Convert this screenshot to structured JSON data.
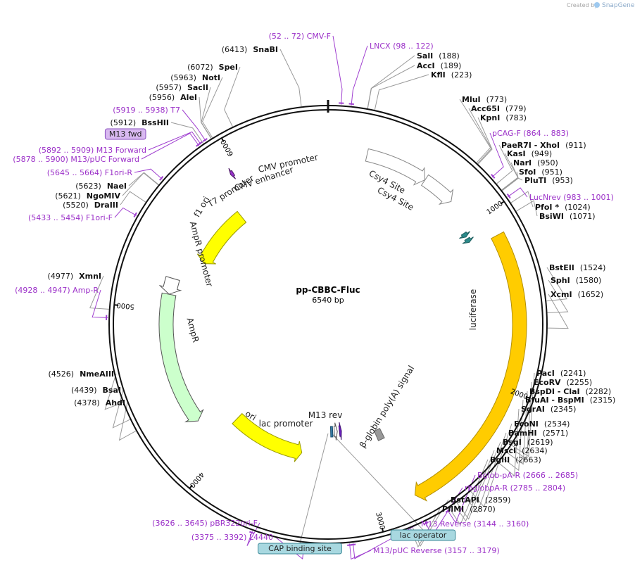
{
  "branding": {
    "text": "Created by",
    "logo": "SnapGene"
  },
  "plasmid": {
    "name": "pp-CBBC-Fluc",
    "length": "6540 bp",
    "length_bp": 6540
  },
  "scale_ticks": [
    {
      "pos": 1000,
      "label": "1000"
    },
    {
      "pos": 2000,
      "label": "2000"
    },
    {
      "pos": 3000,
      "label": "3000"
    },
    {
      "pos": 4000,
      "label": "4000"
    },
    {
      "pos": 5000,
      "label": "5000"
    },
    {
      "pos": 6000,
      "label": "6000"
    }
  ],
  "features": [
    {
      "label": "CMV enhancer",
      "start": 235,
      "end": 614,
      "color": "#ffffff",
      "stroke": "#888888",
      "strand": 1
    },
    {
      "label": "CMV promoter",
      "start": 615,
      "end": 818,
      "color": "#ffffff",
      "stroke": "#888888",
      "strand": 1
    },
    {
      "label": "Csy4 Site",
      "start": 1020,
      "end": 1047,
      "color": "#2b8a8a",
      "stroke": "#1f5f5f",
      "strand": 1
    },
    {
      "label": "Csy4 Site",
      "start": 1060,
      "end": 1087,
      "color": "#2b8a8a",
      "stroke": "#1f5f5f",
      "strand": 1
    },
    {
      "label": "luciferase",
      "start": 1130,
      "end": 2780,
      "color": "#ffcc00",
      "stroke": "#b38f00",
      "strand": 1
    },
    {
      "label": "β-globin poly(A) signal",
      "start": 2790,
      "end": 2845,
      "color": "#999999",
      "stroke": "#666666",
      "strand": 0
    },
    {
      "label": "lac promoter",
      "start": 3180,
      "end": 3210,
      "color": "#ffffff",
      "stroke": "#555555",
      "strand": -1
    },
    {
      "label": "lac operator",
      "start": 3225,
      "end": 3245,
      "color": "#3a7fa8",
      "stroke": "#1d4f6d",
      "strand": 0
    },
    {
      "label": "M13 rev",
      "start": 3140,
      "end": 3160,
      "color": "#6a1fbf",
      "stroke": "#3d0f70",
      "strand": -1
    },
    {
      "label": "ori",
      "start": 3480,
      "end": 4069,
      "color": "#ffff00",
      "stroke": "#999900",
      "strand": -1
    },
    {
      "label": "AmpR",
      "start": 4240,
      "end": 5100,
      "color": "#ccffcc",
      "stroke": "#555555",
      "strand": -1
    },
    {
      "label": "AmpR promoter",
      "start": 5101,
      "end": 5205,
      "color": "#ffffff",
      "stroke": "#555555",
      "strand": -1
    },
    {
      "label": "f1 ori",
      "start": 5380,
      "end": 5836,
      "color": "#ffff00",
      "stroke": "#999900",
      "strand": -1
    },
    {
      "label": "T7 promoter",
      "start": 5940,
      "end": 5958,
      "color": "#9933cc",
      "stroke": "#4d1a66",
      "strand": -1
    }
  ],
  "sites_right": [
    {
      "name": "SalI",
      "pos": "(188)",
      "bp": 188
    },
    {
      "name": "AccI",
      "pos": "(189)",
      "bp": 189
    },
    {
      "name": "KflI",
      "pos": "(223)",
      "bp": 223
    },
    {
      "name": "MluI",
      "pos": "(773)",
      "bp": 773
    },
    {
      "name": "Acc65I",
      "pos": "(779)",
      "bp": 779
    },
    {
      "name": "KpnI",
      "pos": "(783)",
      "bp": 783
    },
    {
      "name": "PaeR7I - XhoI",
      "pos": "(911)",
      "bp": 911
    },
    {
      "name": "KasI",
      "pos": "(949)",
      "bp": 949
    },
    {
      "name": "NarI",
      "pos": "(950)",
      "bp": 950
    },
    {
      "name": "SfoI",
      "pos": "(951)",
      "bp": 951
    },
    {
      "name": "PluTI",
      "pos": "(953)",
      "bp": 953
    },
    {
      "name": "PfoI *",
      "pos": "(1024)",
      "bp": 1024
    },
    {
      "name": "BsiWI",
      "pos": "(1071)",
      "bp": 1071
    },
    {
      "name": "BstEII",
      "pos": "(1524)",
      "bp": 1524
    },
    {
      "name": "SphI",
      "pos": "(1580)",
      "bp": 1580
    },
    {
      "name": "XcmI",
      "pos": "(1652)",
      "bp": 1652
    },
    {
      "name": "PacI",
      "pos": "(2241)",
      "bp": 2241
    },
    {
      "name": "EcoRV",
      "pos": "(2255)",
      "bp": 2255
    },
    {
      "name": "BspDI - ClaI",
      "pos": "(2282)",
      "bp": 2282
    },
    {
      "name": "BfuAI - BspMI",
      "pos": "(2315)",
      "bp": 2315
    },
    {
      "name": "SgrAI",
      "pos": "(2345)",
      "bp": 2345
    },
    {
      "name": "EcoNI",
      "pos": "(2534)",
      "bp": 2534
    },
    {
      "name": "BamHI",
      "pos": "(2571)",
      "bp": 2571
    },
    {
      "name": "BsgI",
      "pos": "(2619)",
      "bp": 2619
    },
    {
      "name": "MscI",
      "pos": "(2634)",
      "bp": 2634
    },
    {
      "name": "BglII",
      "pos": "(2663)",
      "bp": 2663
    },
    {
      "name": "BstAPI",
      "pos": "(2859)",
      "bp": 2859
    },
    {
      "name": "PflMI",
      "pos": "(2870)",
      "bp": 2870
    }
  ],
  "sites_left": [
    {
      "name": "SnaBI",
      "pos": "(6413)",
      "bp": 6413
    },
    {
      "name": "SpeI",
      "pos": "(6072)",
      "bp": 6072
    },
    {
      "name": "NotI",
      "pos": "(5963)",
      "bp": 5963
    },
    {
      "name": "SacII",
      "pos": "(5957)",
      "bp": 5957
    },
    {
      "name": "AleI",
      "pos": "(5956)",
      "bp": 5956
    },
    {
      "name": "BssHII",
      "pos": "(5912)",
      "bp": 5912
    },
    {
      "name": "NaeI",
      "pos": "(5623)",
      "bp": 5623
    },
    {
      "name": "NgoMIV",
      "pos": "(5621)",
      "bp": 5621
    },
    {
      "name": "DraIII",
      "pos": "(5520)",
      "bp": 5520
    },
    {
      "name": "XmnI",
      "pos": "(4977)",
      "bp": 4977
    },
    {
      "name": "NmeAIII",
      "pos": "(4526)",
      "bp": 4526
    },
    {
      "name": "BsaI",
      "pos": "(4439)",
      "bp": 4439
    },
    {
      "name": "AhdI",
      "pos": "(4378)",
      "bp": 4378
    }
  ],
  "primers": [
    {
      "text": "(52 .. 72)  CMV-F",
      "bp": 62
    },
    {
      "text": "LNCX   (98 .. 122)",
      "bp": 110
    },
    {
      "text": "pCAG-F   (864 .. 883)",
      "bp": 873
    },
    {
      "text": "LucNrev   (983 .. 1001)",
      "bp": 992
    },
    {
      "text": "Bglob-pA-R   (2666 .. 2685)",
      "bp": 2675
    },
    {
      "text": "rbglobpA-R   (2785 .. 2804)",
      "bp": 2794
    },
    {
      "text": "M13 Reverse   (3144 .. 3160)",
      "bp": 3152
    },
    {
      "text": "M13/pUC Reverse   (3157 .. 3179)",
      "bp": 3168
    },
    {
      "text": "(3375 .. 3392)  L4440",
      "bp": 3383
    },
    {
      "text": "(3626 .. 3645)  pBR322ori-F",
      "bp": 3635
    },
    {
      "text": "(4928 .. 4947)  Amp-R",
      "bp": 4937
    },
    {
      "text": "(5433 .. 5454)  F1ori-F",
      "bp": 5443
    },
    {
      "text": "(5645 .. 5664)  F1ori-R",
      "bp": 5654
    },
    {
      "text": "(5878 .. 5900)  M13/pUC Forward",
      "bp": 5889
    },
    {
      "text": "(5892 .. 5909)  M13 Forward",
      "bp": 5900
    },
    {
      "text": "(5919 .. 5938)  T7",
      "bp": 5928
    }
  ],
  "pills": [
    {
      "text": "M13 fwd",
      "bg": "#d8b8f0",
      "stroke": "#8a4fbf",
      "bp": 5905
    },
    {
      "text": "CAP binding site",
      "bg": "#a8d8e0",
      "stroke": "#3d8a99",
      "bp": 3270
    },
    {
      "text": "lac operator",
      "bg": "#a8d8e0",
      "stroke": "#3d8a99",
      "bp": 3235
    }
  ]
}
